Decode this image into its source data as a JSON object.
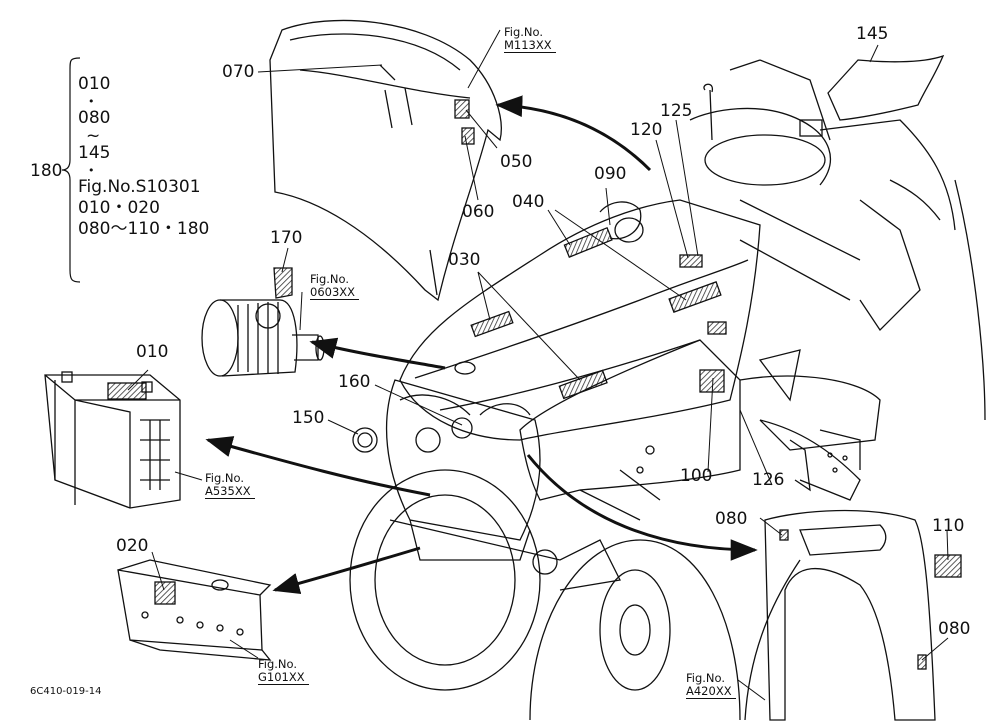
{
  "doc_code": "6C410-019-14",
  "legend": {
    "ref": "180",
    "lines": [
      "010",
      "•",
      "080",
      "~",
      "145",
      "•",
      "Fig.No.S10301",
      "010・020",
      "080～110・180"
    ]
  },
  "parts": [
    {
      "id": "p070",
      "text": "070"
    },
    {
      "id": "p050",
      "text": "050"
    },
    {
      "id": "p060",
      "text": "060"
    },
    {
      "id": "p145",
      "text": "145"
    },
    {
      "id": "p120",
      "text": "120"
    },
    {
      "id": "p125",
      "text": "125"
    },
    {
      "id": "p090",
      "text": "090"
    },
    {
      "id": "p040",
      "text": "040"
    },
    {
      "id": "p170",
      "text": "170"
    },
    {
      "id": "p030",
      "text": "030"
    },
    {
      "id": "p010",
      "text": "010"
    },
    {
      "id": "p160",
      "text": "160"
    },
    {
      "id": "p150",
      "text": "150"
    },
    {
      "id": "p100",
      "text": "100"
    },
    {
      "id": "p126",
      "text": "126"
    },
    {
      "id": "p080a",
      "text": "080"
    },
    {
      "id": "p110",
      "text": "110"
    },
    {
      "id": "p020",
      "text": "020"
    },
    {
      "id": "p080b",
      "text": "080"
    }
  ],
  "figrefs": [
    {
      "label": "Fig.No.",
      "number": "M113XX"
    },
    {
      "label": "Fig.No.",
      "number": "0603XX"
    },
    {
      "label": "Fig.No.",
      "number": "A535XX"
    },
    {
      "label": "Fig.No.",
      "number": "G101XX"
    },
    {
      "label": "Fig.No.",
      "number": "A420XX"
    }
  ],
  "colors": {
    "ink": "#111111",
    "background": "#ffffff",
    "decal_hatch": "#333333"
  }
}
